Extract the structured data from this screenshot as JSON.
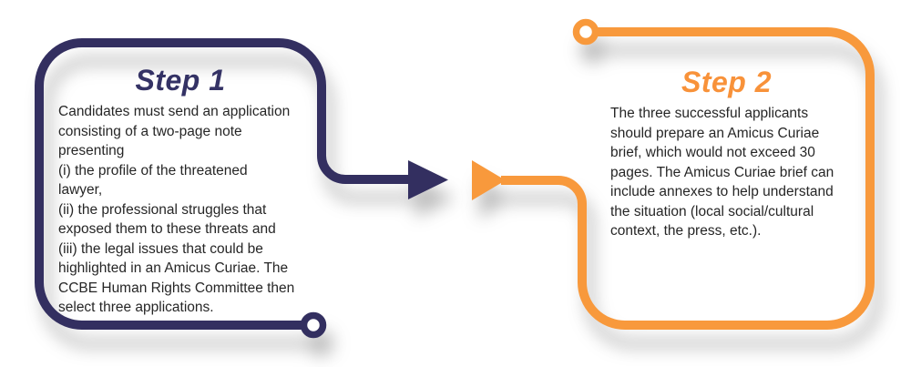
{
  "colors": {
    "step1_accent": "#332F60",
    "step1_title": "#343265",
    "step2_accent": "#F8993C",
    "step2_title": "#F8923A",
    "body_text": "#262626",
    "background": "#FFFFFF"
  },
  "steps": [
    {
      "label": "Step 1",
      "body": "Candidates must send an application\nconsisting of a two-page note\npresenting\n(i) the profile of the threatened\nlawyer,\n(ii) the professional struggles that\nexposed them to these threats and\n(iii) the legal issues that could be\nhighlighted in an Amicus Curiae. The\nCCBE Human Rights Committee then\nselect three applications."
    },
    {
      "label": "Step 2",
      "body": "The three successful applicants\nshould prepare an Amicus Curiae\nbrief, which would not exceed 30\npages. The Amicus Curiae brief can\ninclude annexes to help understand\nthe situation (local social/cultural\ncontext, the press, etc.)."
    }
  ]
}
